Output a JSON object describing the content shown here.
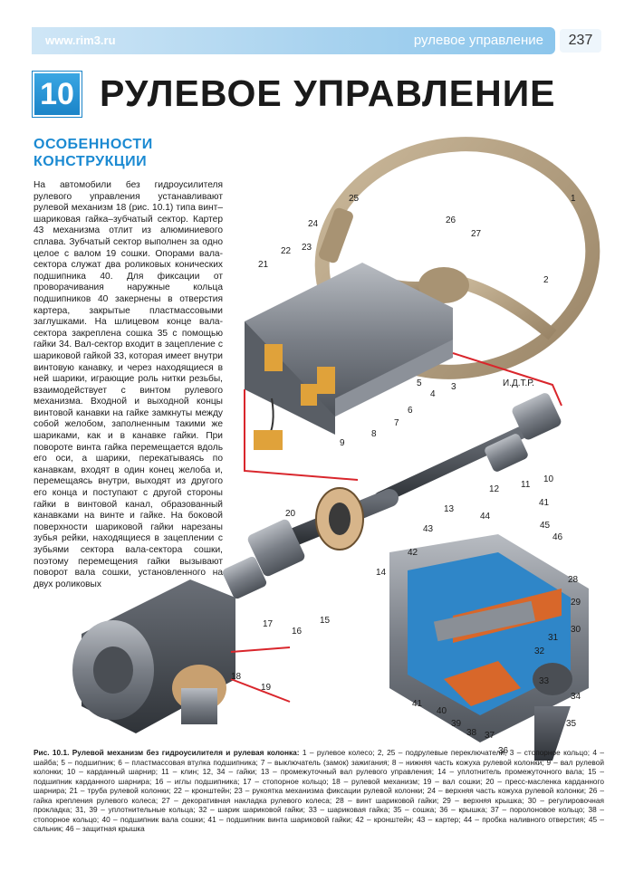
{
  "header": {
    "site_url": "www.rim3.ru",
    "running_title": "рулевое управление",
    "page_number": "237"
  },
  "chapter": {
    "number": "10",
    "title": "РУЛЕВОЕ УПРАВЛЕНИЕ"
  },
  "section": {
    "heading_line1": "ОСОБЕННОСТИ",
    "heading_line2": "КОНСТРУКЦИИ",
    "body": "На автомобили без гидроусилителя рулевого управления устанавливают рулевой механизм 18 (рис. 10.1) типа винт–шариковая гайка–зубчатый сектор. Картер 43 механизма отлит из алюминиевого сплава. Зубчатый сектор выполнен за одно целое с валом 19 сошки. Опорами вала-сектора служат два роликовых конических подшипника 40. Для фиксации от проворачивания наружные кольца подшипников 40 закернены в отверстия картера, закрытые пластмассовыми заглушками. На шлицевом конце вала-сектора закреплена сошка 35 с помощью гайки 34. Вал-сектор входит в зацепление с шариковой гайкой 33, которая имеет внутри винтовую канавку, и через находящиеся в ней шарики, играющие роль нитки резьбы, взаимодействует с винтом рулевого механизма. Входной и выходной концы винтовой канавки на гайке замкнуты между собой желобом, заполненным такими же шариками, как и в канавке гайки. При повороте винта гайка перемещается вдоль его оси, а шарики, перекатываясь по канавкам, входят в один конец желоба и, перемещаясь внутри, выходят из другого его конца и поступают с другой стороны гайки в винтовой канал, образованный канавками на винте и гайке. На боковой поверхности шариковой гайки нарезаны зубья рейки, находящиеся в зацеплении с зубьями сектора вала-сектора сошки, поэтому перемещения гайки вызывают поворот вала сошки, установленного на двух роликовых"
  },
  "figure": {
    "watermark": "И.Д.Т.Р.",
    "callouts": [
      "1",
      "2",
      "3",
      "4",
      "5",
      "6",
      "7",
      "8",
      "9",
      "10",
      "11",
      "12",
      "13",
      "14",
      "15",
      "16",
      "17",
      "18",
      "19",
      "20",
      "21",
      "22",
      "23",
      "24",
      "25",
      "26",
      "27",
      "28",
      "29",
      "30",
      "31",
      "32",
      "33",
      "34",
      "35",
      "36",
      "37",
      "38",
      "39",
      "40",
      "41",
      "41",
      "42",
      "43",
      "44",
      "45",
      "46"
    ]
  },
  "caption": {
    "label": "Рис. 10.1. Рулевой механизм без гидроусилителя и рулевая колонка:",
    "text": " 1 – рулевое колесо; 2, 25 – подрулевые переключатели; 3 – стопорное кольцо; 4 – шайба; 5 – подшипник; 6 – пластмассовая втулка подшипника; 7 – выключатель (замок) зажигания; 8 – нижняя часть кожуха рулевой колонки; 9 – вал рулевой колонки; 10 – карданный шарнир; 11 – клин; 12, 34 – гайки; 13 – промежуточный вал рулевого управления; 14 – уплотнитель промежуточного вала; 15 – подшипник карданного шарнира; 16 – иглы подшипника; 17 – стопорное кольцо; 18 – рулевой механизм; 19 – вал сошки; 20 – пресс-масленка карданного шарнира; 21 – труба рулевой колонки; 22 – кронштейн; 23 – рукоятка механизма фиксации рулевой колонки; 24 – верхняя часть кожуха рулевой колонки; 26 – гайка крепления рулевого колеса; 27 – декоративная накладка рулевого колеса; 28 – винт шариковой гайки; 29 – верхняя крышка; 30 – регулировочная прокладка; 31, 39 – уплотнительные кольца; 32 – шарик шариковой гайки; 33 – шариковая гайка; 35 – сошка; 36 – крышка; 37 – поролоновое кольцо; 38 – стопорное кольцо; 40 – подшипник вала сошки; 41 – подшипник винта шариковой гайки; 42 – кронштейн; 43 – картер; 44 – пробка наливного отверстия; 45 – сальник; 46 – защитная крышка"
  },
  "colors": {
    "header_blue": "#8cc6ec",
    "accent_blue": "#1b8ad2",
    "leader_red": "#d9262c",
    "cutaway_blue": "#2f86c8",
    "cutaway_orange": "#d8672a"
  }
}
